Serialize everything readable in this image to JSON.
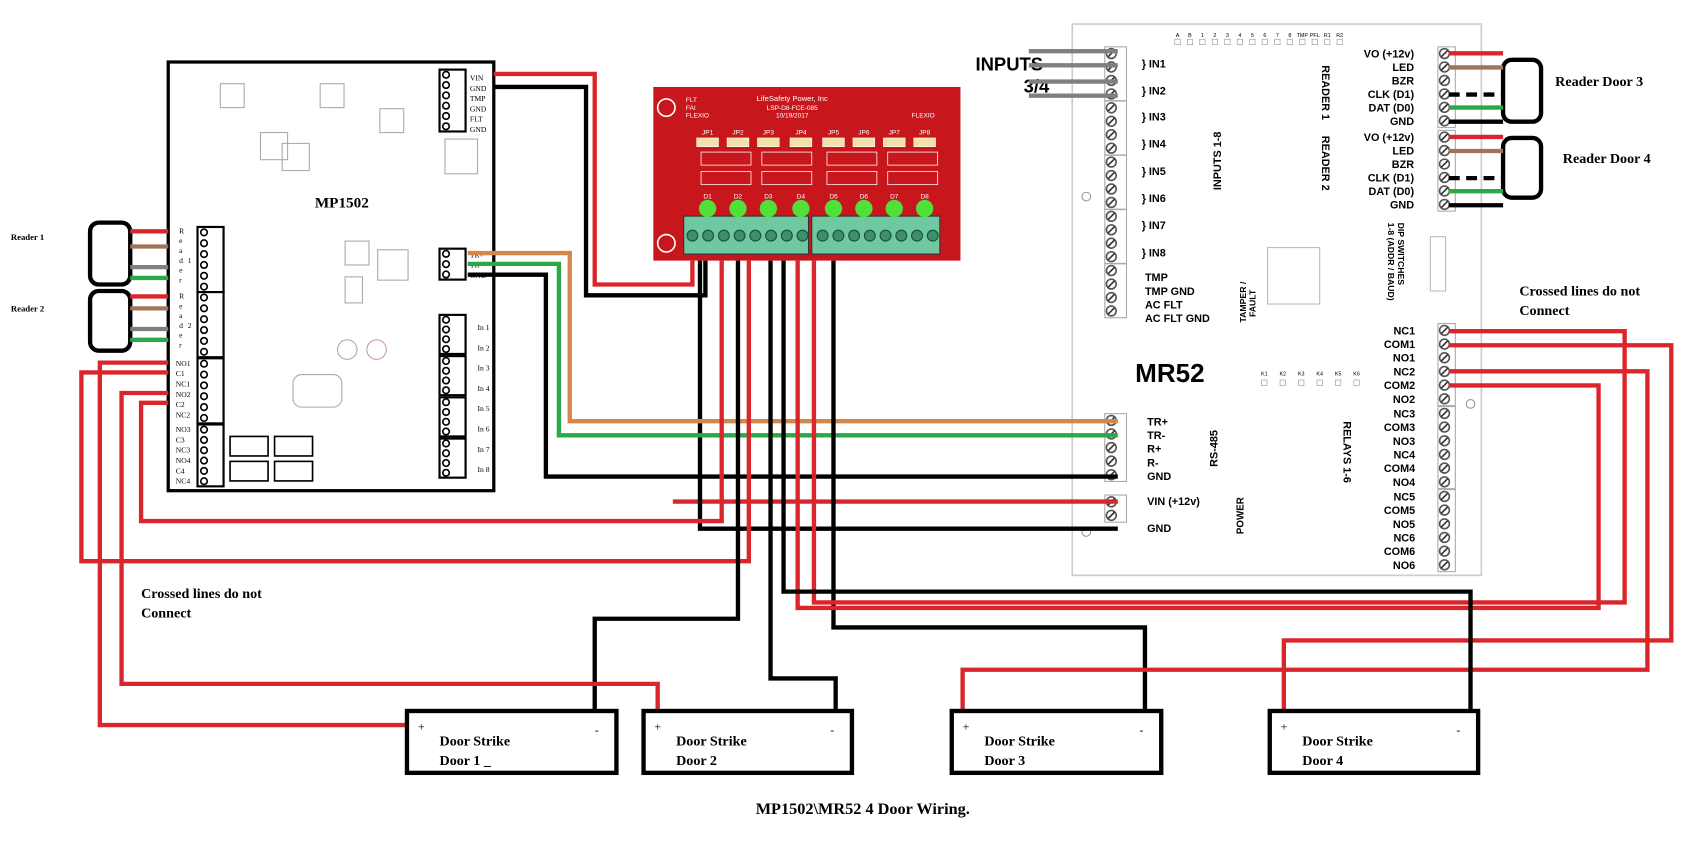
{
  "title": "MP1502\\MR52 4 Door Wiring.",
  "notes": {
    "crossed_left": [
      "Crossed lines do not",
      "Connect"
    ],
    "crossed_right": [
      "Crossed lines do not",
      "Connect"
    ]
  },
  "mp1502": {
    "name": "MP1502",
    "readers_external": [
      "Reader 1",
      "Reader 2"
    ],
    "reader_port_labels": [
      "Reader 1",
      "Reader 2"
    ],
    "top_terminals": [
      "VIN",
      "GND",
      "TMP",
      "GND",
      "FLT",
      "GND"
    ],
    "rs485_terminals": [
      "TR+",
      "TR-",
      "GND"
    ],
    "inputs": [
      "In 1",
      "In 2",
      "In 3",
      "In 4",
      "In 5",
      "In 6",
      "In 7",
      "In 8"
    ],
    "relays_a": [
      "NO1",
      "C1",
      "NC1",
      "NO2",
      "C2",
      "NC2"
    ],
    "relays_b": [
      "NO3",
      "C3",
      "NC3",
      "NO4",
      "C4",
      "NC4"
    ]
  },
  "flexio": {
    "maker": "LifeSafety Power, Inc",
    "model": "LSP-D8-FCE-085",
    "date": "10/19/2017",
    "left_labels": [
      "FLT",
      "FAI",
      "FLEXIO"
    ],
    "right_label": "FLEXIO",
    "jumpers": [
      "JP1",
      "JP2",
      "JP3",
      "JP4",
      "JP5",
      "JP6",
      "JP7",
      "JP8"
    ],
    "leds": [
      "D1",
      "D2",
      "D3",
      "D4",
      "D5",
      "D6",
      "D7",
      "D8"
    ]
  },
  "mr52": {
    "name": "MR52",
    "inputs_callout": [
      "INPUTS",
      "3/4"
    ],
    "status_leds": [
      "A",
      "B",
      "1",
      "2",
      "3",
      "4",
      "5",
      "6",
      "7",
      "8",
      "TMP",
      "PFL",
      "R1",
      "R2"
    ],
    "inputs": [
      "} IN1",
      "} IN2",
      "} IN3",
      "} IN4",
      "} IN5",
      "} IN6",
      "} IN7",
      "} IN8"
    ],
    "tamper_terminals": [
      "TMP",
      "TMP GND",
      "AC FLT",
      "AC FLT GND"
    ],
    "rs485_terminals": [
      "TR+",
      "TR-",
      "R+",
      "R-",
      "GND"
    ],
    "power_terminals": [
      "VIN (+12v)",
      "GND"
    ],
    "reader1_terminals": [
      "VO (+12v)",
      "LED",
      "BZR",
      "CLK (D1)",
      "DAT (D0)",
      "GND"
    ],
    "reader2_terminals": [
      "VO (+12v)",
      "LED",
      "BZR",
      "CLK (D1)",
      "DAT (D0)",
      "GND"
    ],
    "relays": [
      "NC1",
      "COM1",
      "NO1",
      "NC2",
      "COM2",
      "NO2",
      "NC3",
      "COM3",
      "NO3",
      "NC4",
      "COM4",
      "NO4",
      "NC5",
      "COM5",
      "NO5",
      "NC6",
      "COM6",
      "NO6"
    ],
    "relay_leds": [
      "K1",
      "K2",
      "K3",
      "K4",
      "K5",
      "K6"
    ],
    "section_labels": {
      "inputs": "INPUTS 1-8",
      "reader1": "READER 1",
      "reader2": "READER 2",
      "tamper": "TAMPER / FAULT",
      "rs485": "RS-485",
      "power": "POWER",
      "relays": "RELAYS 1-6",
      "dip": "DIP SWITCHES 1-8 (ADDR / BAUD)"
    }
  },
  "readers_right": [
    "Reader Door 3",
    "Reader Door 4"
  ],
  "door_strikes": [
    {
      "line1": "Door Strike",
      "line2": "Door 1 _",
      "plus": "+",
      "minus": "-"
    },
    {
      "line1": "Door Strike",
      "line2": "Door 2",
      "plus": "+",
      "minus": "-"
    },
    {
      "line1": "Door Strike",
      "line2": "Door 3",
      "plus": "+",
      "minus": "-"
    },
    {
      "line1": "Door Strike",
      "line2": "Door 4",
      "plus": "+",
      "minus": "-"
    }
  ],
  "colors": {
    "power_red": "#d9262c",
    "ground_black": "#000000",
    "rs485_orange": "#d4874a",
    "rs485_green": "#2aa84a",
    "reader_brown": "#a0745a",
    "input_gray": "#808080",
    "flexio_board": "#c8161d",
    "led_green": "#4fe03a",
    "terminal_green": "#6fc9a0"
  }
}
